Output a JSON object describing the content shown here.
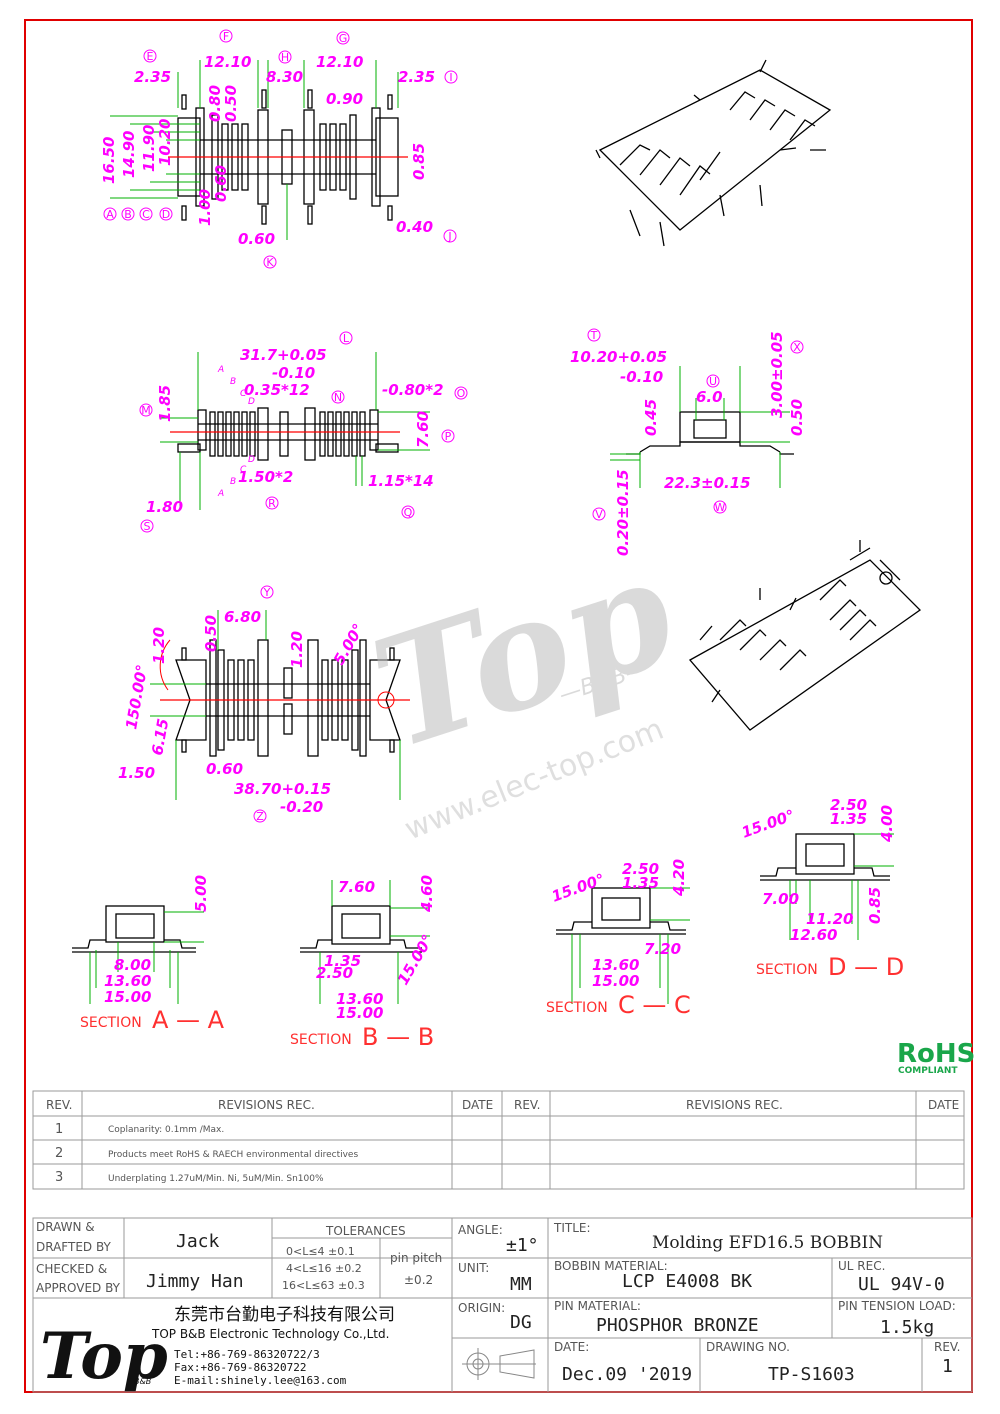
{
  "views": {
    "top": {
      "dims": [
        "2.35",
        "12.10",
        "8.30",
        "12.10",
        "2.35",
        "0.80",
        "0.50",
        "0.90",
        "16.50",
        "14.90",
        "11.90",
        "10.20",
        "0.85",
        "1.00",
        "0.60",
        "0.60",
        "0.40"
      ],
      "labels": [
        "E",
        "F",
        "H",
        "G",
        "I",
        "A",
        "B",
        "C",
        "D",
        "K",
        "J"
      ]
    },
    "side": {
      "dims": [
        "31.7+0.05",
        "-0.10",
        "0.35*12",
        "-0.80*2",
        "1.85",
        "7.60",
        "1.50*2",
        "1.15*14",
        "1.80"
      ],
      "labels": [
        "L",
        "N",
        "O",
        "M",
        "P",
        "R",
        "Q",
        "S"
      ],
      "cut": [
        "A",
        "B",
        "C",
        "D",
        "D",
        "C",
        "B",
        "A"
      ]
    },
    "end": {
      "dims": [
        "10.20+0.05",
        "-0.10",
        "6.0",
        "0.45",
        "3.00±0.05",
        "0.50",
        "0.20±0.15",
        "22.3±0.15"
      ],
      "labels": [
        "T",
        "U",
        "X",
        "V",
        "W"
      ]
    },
    "bottom": {
      "dims": [
        "6.80",
        "0.50",
        "1.20",
        "1.20",
        "5.00°",
        "150.00°",
        "6.15",
        "1.50",
        "0.60",
        "38.70+0.15",
        "-0.20"
      ],
      "labels": [
        "Y",
        "Z"
      ]
    }
  },
  "sections": [
    {
      "title_word": "SECTION",
      "title_letters": "A — A",
      "dims": [
        "5.00",
        "8.00",
        "13.60",
        "15.00"
      ]
    },
    {
      "title_word": "SECTION",
      "title_letters": "B — B",
      "dims": [
        "7.60",
        "4.60",
        "1.35",
        "2.50",
        "15.00°",
        "13.60",
        "15.00"
      ]
    },
    {
      "title_word": "SECTION",
      "title_letters": "C — C",
      "dims": [
        "15.00°",
        "2.50",
        "1.35",
        "4.20",
        "7.20",
        "13.60",
        "15.00"
      ]
    },
    {
      "title_word": "SECTION",
      "title_letters": "D — D",
      "dims": [
        "15.00°",
        "2.50",
        "1.35",
        "4.00",
        "7.00",
        "11.20",
        "12.60",
        "0.85"
      ]
    }
  ],
  "watermark": {
    "brand": "Top",
    "sub": "—B&B—",
    "url": "www.elec-top.com"
  },
  "rohs": {
    "main": "RoHS",
    "sub": "COMPLIANT"
  },
  "revisions": {
    "headers": [
      "REV.",
      "REVISIONS  REC.",
      "DATE",
      "REV.",
      "REVISIONS  REC.",
      "DATE"
    ],
    "rows": [
      {
        "rev": "1",
        "text": "Coplanarity: 0.1mm  /Max.",
        "date": ""
      },
      {
        "rev": "2",
        "text": "Products meet RoHS & RAECH environmental directives",
        "date": ""
      },
      {
        "rev": "3",
        "text": "Underplating 1.27uM/Min. Ni,      5uM/Min. Sn100%",
        "date": ""
      }
    ]
  },
  "title_block": {
    "drawn_label": [
      "DRAWN &",
      "DRAFTED BY"
    ],
    "drawn_name": "Jack",
    "checked_label": [
      "CHECKED &",
      "APPROVED BY"
    ],
    "checked_name": "Jimmy Han",
    "tolerances_label": "TOLERANCES",
    "tolerances": [
      "0<L≤4    ±0.1",
      "4<L≤16  ±0.2",
      "16<L≤63 ±0.3"
    ],
    "pin_pitch_label": [
      "pin pitch",
      "±0.2"
    ],
    "angle_label": "ANGLE:",
    "angle_value": "±1°",
    "unit_label": "UNIT:",
    "unit_value": "MM",
    "origin_label": "ORIGIN:",
    "origin_value": "DG",
    "title_label": "TITLE:",
    "title_value": "Molding EFD16.5  BOBBIN",
    "bobbin_material_label": "BOBBIN MATERIAL:",
    "bobbin_material": "LCP E4008 BK",
    "ul_label": "UL REC.",
    "ul_value": "UL 94V-0",
    "pin_material_label": "PIN MATERIAL:",
    "pin_material": "PHOSPHOR BRONZE",
    "pin_tension_label": "PIN TENSION LOAD:",
    "pin_tension": "1.5kg",
    "date_label": "DATE:",
    "date_value": "Dec.09 '2019",
    "drawing_no_label": "DRAWING NO.",
    "drawing_no": "TP-S1603",
    "rev_label": "REV.",
    "rev_value": "1",
    "company_cn": "东莞市台勤电子科技有限公司",
    "company_en": "TOP B&B Electronic Technology Co.,Ltd.",
    "tel": "Tel:+86-769-86320722/3",
    "fax": "Fax:+86-769-86320722",
    "email": "E-mail:shinely.lee@163.com",
    "logo_text": "Top",
    "logo_sub": "B&B"
  },
  "colors": {
    "border": "#e00000",
    "dimension": "#ff00ff",
    "extension": "#00b000",
    "centerline": "#ff0000",
    "rohs": "#1aa64a"
  }
}
